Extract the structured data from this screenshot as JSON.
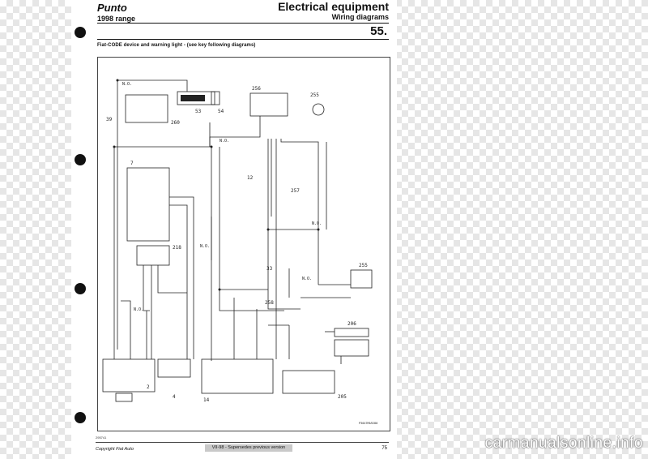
{
  "header": {
    "model": "Punto",
    "range": "1998 range",
    "section": "Electrical equipment",
    "subsection": "Wiring diagrams",
    "page_section": "55."
  },
  "caption": "Fiat-CODE device and warning light - (see key following diagrams)",
  "diagram": {
    "component_labels": [
      "39",
      "260",
      "53",
      "54",
      "256",
      "255",
      "7",
      "12",
      "257",
      "218",
      "33",
      "258",
      "255",
      "206",
      "4",
      "14",
      "205",
      "2"
    ],
    "wire_notes": [
      "N.O.",
      "N.O.",
      "N.O.",
      "N.O.",
      "N.O.",
      "N.O."
    ]
  },
  "footer": {
    "copyright": "Copyright Fiat Auto",
    "version": "VII-98 - Supersedes previous version",
    "page": "75",
    "code_left": "295741",
    "code_right": "P3047MA9280"
  },
  "watermark": "carmanualsonline.info",
  "colors": {
    "page": "#ffffff",
    "ink": "#111111",
    "checker": "#e6e6e6"
  }
}
